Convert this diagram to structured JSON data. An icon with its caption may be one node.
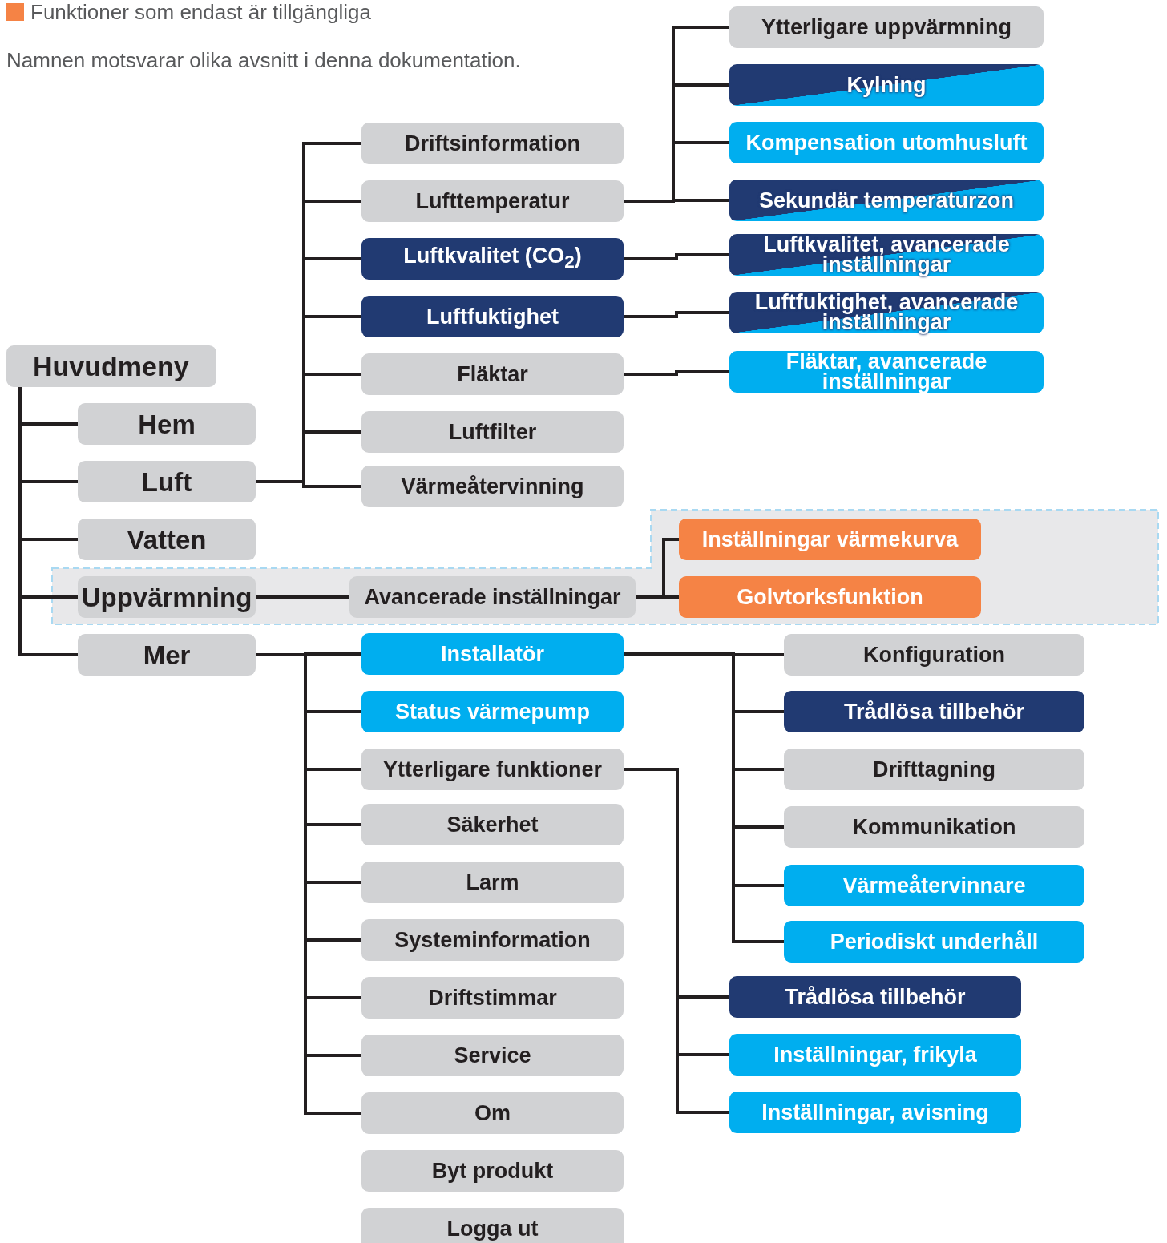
{
  "diagram": {
    "nodes": [
      {
        "text": [
          "Huvudmeny"
        ]
      },
      {
        "text": [
          "Hem"
        ]
      },
      {
        "text": [
          "Luft"
        ]
      },
      {
        "text": [
          "Vatten"
        ]
      },
      {
        "text": [
          "Uppvärmning"
        ]
      },
      {
        "text": [
          "Mer"
        ]
      },
      {
        "text": [
          "Driftsinformation"
        ]
      },
      {
        "text": [
          "Lufttemperatur"
        ]
      },
      {
        "text": [
          "Luftkvalitet (CO$_{2}$)"
        ]
      },
      {
        "text": [
          "Luftfuktighet"
        ]
      },
      {
        "text": [
          "Fläktar"
        ]
      },
      {
        "text": [
          "Luftfilter"
        ]
      },
      {
        "text": [
          "Värmeåtervinning"
        ]
      },
      {
        "text": [
          "Avancerade inställningar"
        ]
      },
      {
        "text": [
          "Installatör"
        ]
      },
      {
        "text": [
          "Status värmepump"
        ]
      },
      {
        "text": [
          "Ytterligare funktioner"
        ]
      },
      {
        "text": [
          "Säkerhet"
        ]
      },
      {
        "text": [
          "Larm"
        ]
      },
      {
        "text": [
          "Systeminformation"
        ]
      },
      {
        "text": [
          "Driftstimmar"
        ]
      },
      {
        "text": [
          "Service"
        ]
      },
      {
        "text": [
          "Om"
        ]
      },
      {
        "text": [
          "Byt produkt"
        ]
      },
      {
        "text": [
          "Logga ut"
        ]
      },
      {
        "text": [
          "Ytterligare uppvärmning"
        ]
      },
      {
        "text": [
          "Kylning"
        ]
      },
      {
        "text": [
          "Kompensation utomhusluft"
        ]
      },
      {
        "text": [
          "Sekundär temperaturzon"
        ]
      },
      {
        "text": [
          "Luftkvalitet, avancerade inställningar"
        ]
      },
      {
        "text": [
          "Luftfuktighet, avancerade inställningar"
        ]
      },
      {
        "text": [
          "Fläktar, avancerade inställningar"
        ]
      },
      {
        "text": [
          "Inställningar värmekurva"
        ]
      },
      {
        "text": [
          "Golvtorksfunktion"
        ]
      },
      {
        "text": [
          "Konfiguration"
        ]
      },
      {
        "text": [
          "Trådlösa tillbehör"
        ]
      },
      {
        "text": [
          "Drifttagning"
        ]
      },
      {
        "text": [
          "Kommunikation"
        ]
      },
      {
        "text": [
          "Värmeåtervinnare"
        ]
      },
      {
        "text": [
          "Periodiskt underhåll"
        ]
      },
      {
        "text": [
          "Trådlösa tillbehör"
        ]
      },
      {
        "text": [
          "Inställningar, frikyla"
        ]
      },
      {
        "text": [
          "Inställningar, avisning"
        ]
      }
    ],
    "edges": [
      {
        "from": 0,
        "to": 1,
        "arrow": "none"
      },
      {
        "from": 0,
        "to": 2,
        "arrow": "none"
      },
      {
        "from": 0,
        "to": 3,
        "arrow": "none"
      },
      {
        "from": 0,
        "to": 4,
        "arrow": "none"
      },
      {
        "from": 0,
        "to": 5,
        "arrow": "none"
      },
      {
        "from": 2,
        "to": 6,
        "arrow": "none"
      },
      {
        "from": 2,
        "to": 7,
        "arrow": "none"
      },
      {
        "from": 2,
        "to": 8,
        "arrow": "none"
      },
      {
        "from": 2,
        "to": 9,
        "arrow": "none"
      },
      {
        "from": 2,
        "to": 10,
        "arrow": "none"
      },
      {
        "from": 2,
        "to": 11,
        "arrow": "none"
      },
      {
        "from": 2,
        "to": 12,
        "arrow": "none"
      },
      {
        "from": 7,
        "to": 25,
        "arrow": "none"
      },
      {
        "from": 7,
        "to": 26,
        "arrow": "none"
      },
      {
        "from": 7,
        "to": 27,
        "arrow": "none"
      },
      {
        "from": 7,
        "to": 28,
        "arrow": "none"
      },
      {
        "from": 8,
        "to": 29,
        "arrow": "none"
      },
      {
        "from": 9,
        "to": 30,
        "arrow": "none"
      },
      {
        "from": 10,
        "to": 31,
        "arrow": "none"
      },
      {
        "from": 4,
        "to": 13,
        "arrow": "none"
      },
      {
        "from": 13,
        "to": 32,
        "arrow": "none"
      },
      {
        "from": 13,
        "to": 33,
        "arrow": "none"
      },
      {
        "from": 5,
        "to": 14,
        "arrow": "none"
      },
      {
        "from": 5,
        "to": 15,
        "arrow": "none"
      },
      {
        "from": 5,
        "to": 16,
        "arrow": "none"
      },
      {
        "from": 5,
        "to": 17,
        "arrow": "none"
      },
      {
        "from": 5,
        "to": 18,
        "arrow": "none"
      },
      {
        "from": 5,
        "to": 19,
        "arrow": "none"
      },
      {
        "from": 5,
        "to": 20,
        "arrow": "none"
      },
      {
        "from": 5,
        "to": 21,
        "arrow": "none"
      },
      {
        "from": 5,
        "to": 22,
        "arrow": "none"
      },
      {
        "from": 14,
        "to": 34,
        "arrow": "none"
      },
      {
        "from": 14,
        "to": 35,
        "arrow": "none"
      },
      {
        "from": 14,
        "to": 36,
        "arrow": "none"
      },
      {
        "from": 14,
        "to": 37,
        "arrow": "none"
      },
      {
        "from": 14,
        "to": 38,
        "arrow": "none"
      },
      {
        "from": 14,
        "to": 39,
        "arrow": "none"
      },
      {
        "from": 16,
        "to": 40,
        "arrow": "none"
      },
      {
        "from": 16,
        "to": 41,
        "arrow": "none"
      },
      {
        "from": 16,
        "to": 42,
        "arrow": "none"
      }
    ],
    "labels": [
      "Namnen motsvarar olika avsnitt i denna dokumentation."
    ],
    "legend": [
      {
        "text": "Funktioner som endast är tillgängliga",
        "color": "#f58345"
      }
    ]
  }
}
